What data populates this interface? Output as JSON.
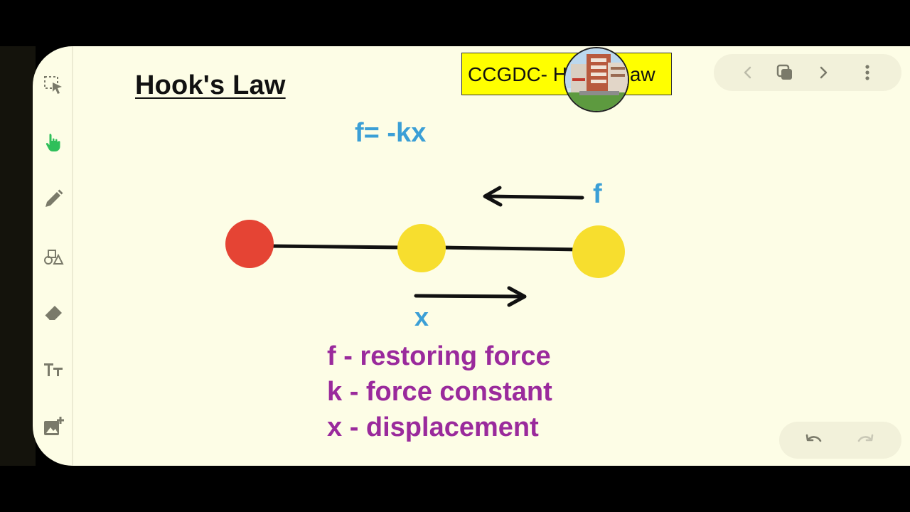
{
  "note": {
    "title": "Hook's Law",
    "banner_text": "CCGDC- Hook's Law",
    "formula": "f= -kx",
    "force_label": "f",
    "displacement_label": "x",
    "legend": [
      "f - restoring force",
      "k - force constant",
      "x - displacement"
    ]
  },
  "toolbar": {
    "tools": [
      {
        "name": "select-tool",
        "icon": "lasso-select-icon"
      },
      {
        "name": "hand-tool",
        "icon": "hand-pointer-icon",
        "active": true
      },
      {
        "name": "pen-tool",
        "icon": "pencil-icon"
      },
      {
        "name": "shape-tool",
        "icon": "shapes-icon"
      },
      {
        "name": "eraser-tool",
        "icon": "eraser-icon"
      },
      {
        "name": "text-tool",
        "icon": "text-size-icon"
      },
      {
        "name": "image-tool",
        "icon": "add-image-icon"
      }
    ]
  },
  "colors": {
    "canvas_bg": "#fdfde6",
    "fixed_ball": "#e54434",
    "moving_ball": "#f7de2e",
    "accent_blue": "#3b9fd6",
    "legend_purple": "#9a2a9c",
    "active_tool": "#2fbf5a",
    "banner_bg": "#ffff00"
  }
}
